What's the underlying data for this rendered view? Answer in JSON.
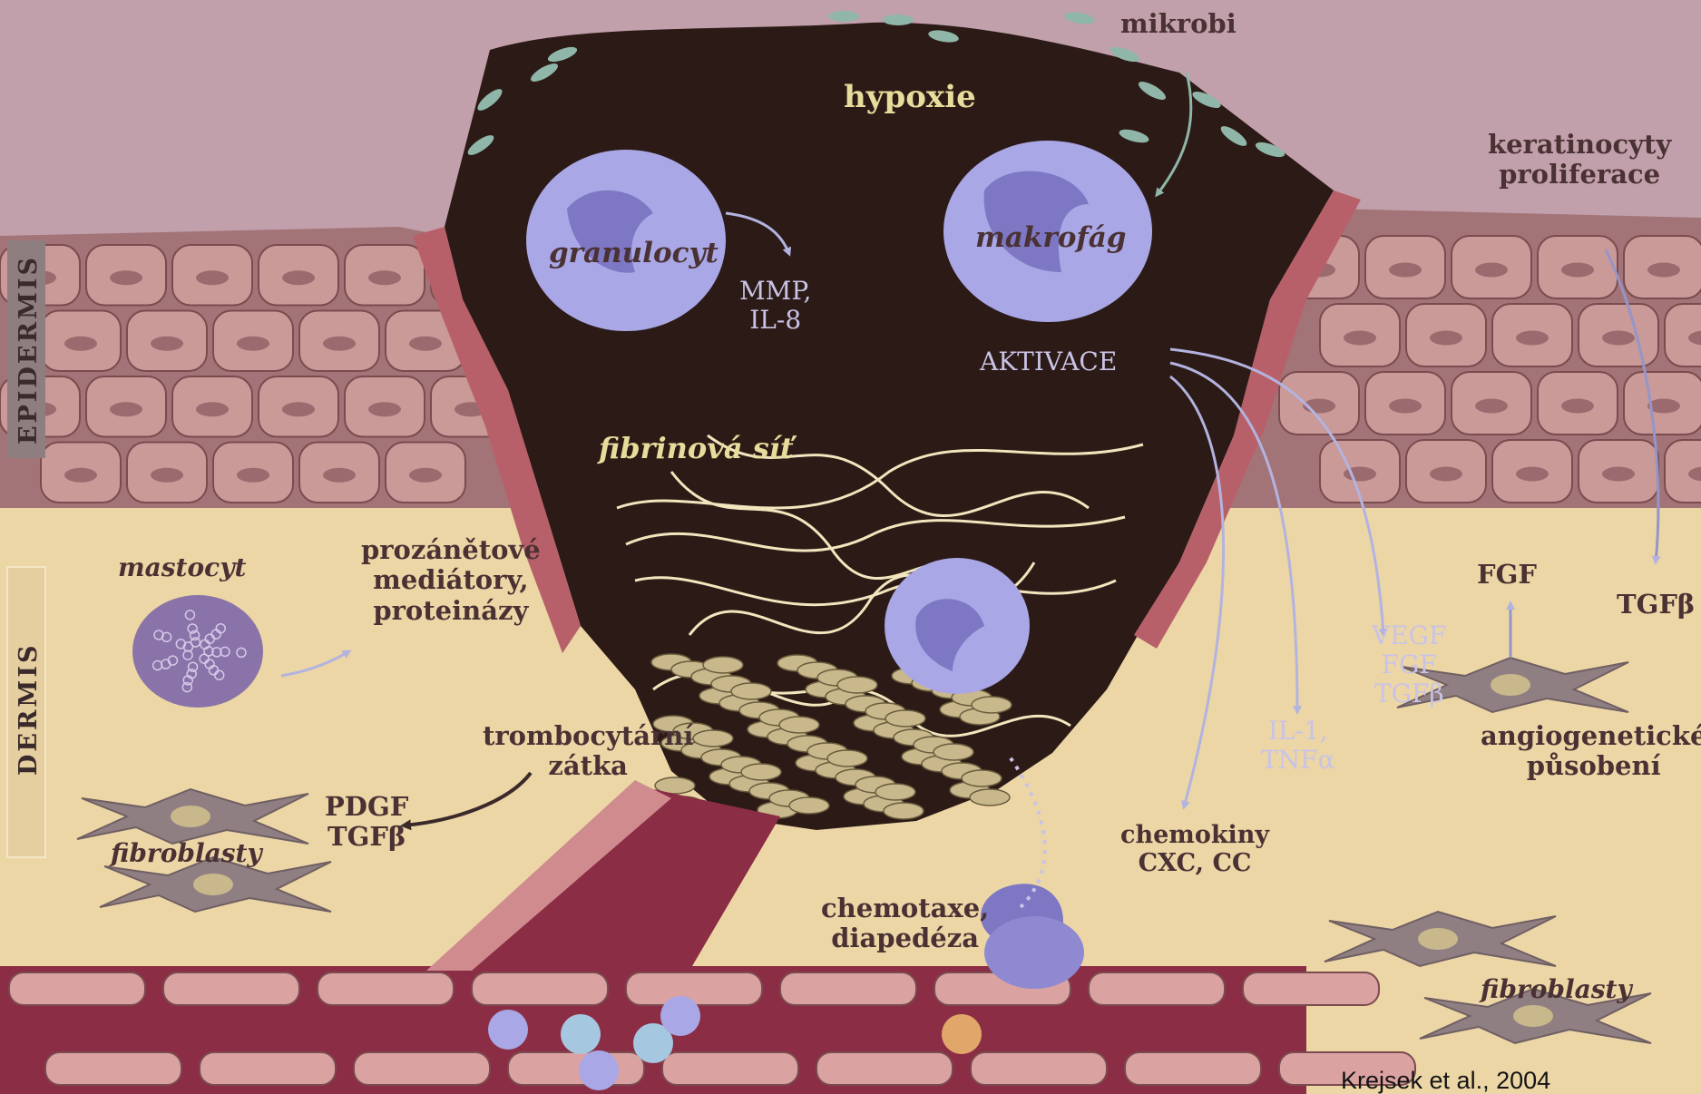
{
  "diagram": {
    "side_labels": {
      "epidermis": "EPIDERMIS",
      "dermis": "DERMIS"
    },
    "labels": {
      "mikrobi": "mikrobi",
      "hypoxie": "hypoxie",
      "keratinocyty": "keratinocyty\nproliferace",
      "granulocyt": "granulocyt",
      "makrofag": "makrofág",
      "mmp": "MMP,\nIL-8",
      "aktivace": "AKTIVACE",
      "fibrinova_sit": "fibrinová síť",
      "mastocyt": "mastocyt",
      "prozanetove": "prozánětové\nmediátory,\nproteinázy",
      "fgf": "FGF",
      "tgfb": "TGFβ",
      "vegf": "VEGF\nFGF\nTGFβ",
      "angiogeneticke": "angiogenetické\npůsobení",
      "trombocytarni": "trombocytární\nzátka",
      "il1": "IL-1,\nTNFα",
      "pdgf": "PDGF\nTGFβ",
      "fibroblasty_left": "fibroblasty",
      "chemokiny": "chemokiny\nCXC, CC",
      "chemotaxe": "chemotaxe,\ndiapedéza",
      "fibroblasty_right": "fibroblasty"
    },
    "credit": "Krejsek et al., 2004",
    "colors": {
      "background": "#c2a0ab",
      "dermis": "#ecd6a6",
      "wound": "#2b1a16",
      "cell": "#c99a98",
      "leukocyte": "#a9a7e6",
      "fibrin": "#f1e6bd",
      "arrow_light": "#b3b3e0",
      "arrow_dark": "#3a2a2a"
    }
  }
}
